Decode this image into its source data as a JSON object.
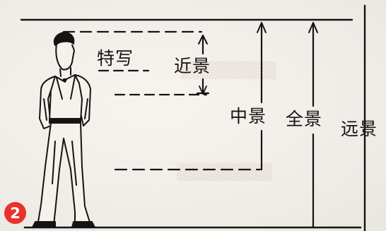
{
  "labels": {
    "closeup": "特写",
    "near": "近景",
    "medium": "中景",
    "full": "全景",
    "long": "远景"
  },
  "badge": "2",
  "colors": {
    "ink": "#141414",
    "badge": "#e8322b",
    "paper": "#f3f1ee"
  },
  "icons": {
    "figure": "standing-man-icon",
    "arrow": "arrow-up-icon"
  }
}
